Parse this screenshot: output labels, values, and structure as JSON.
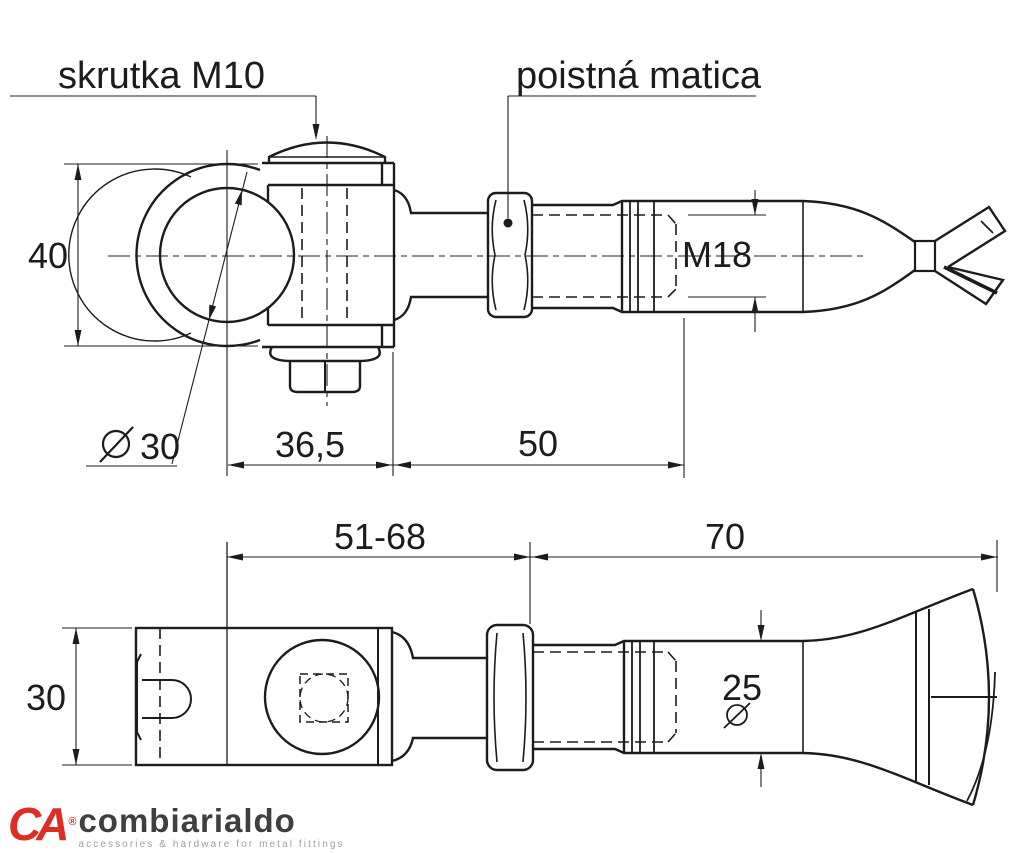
{
  "drawing": {
    "callouts": {
      "screw": "skrutka M10",
      "lock_nut": "poistná matica"
    },
    "top_view": {
      "height": "40",
      "eye_diameter": "30",
      "clamp_length": "36,5",
      "rod_length": "50",
      "thread": "M18"
    },
    "side_view": {
      "height": "30",
      "adjustable_length": "51-68",
      "fork_length": "70",
      "tube_diameter": "25"
    }
  },
  "logo": {
    "monogram": "CA",
    "registered": "®",
    "brand": "combiarialdo",
    "tagline": "accessories & hardware for metal fittings"
  },
  "colors": {
    "line": "#1c1c1c",
    "brand_red": "#dd2e25",
    "brand_dark": "#3f3f41",
    "brand_gray": "#9e9e9e"
  }
}
